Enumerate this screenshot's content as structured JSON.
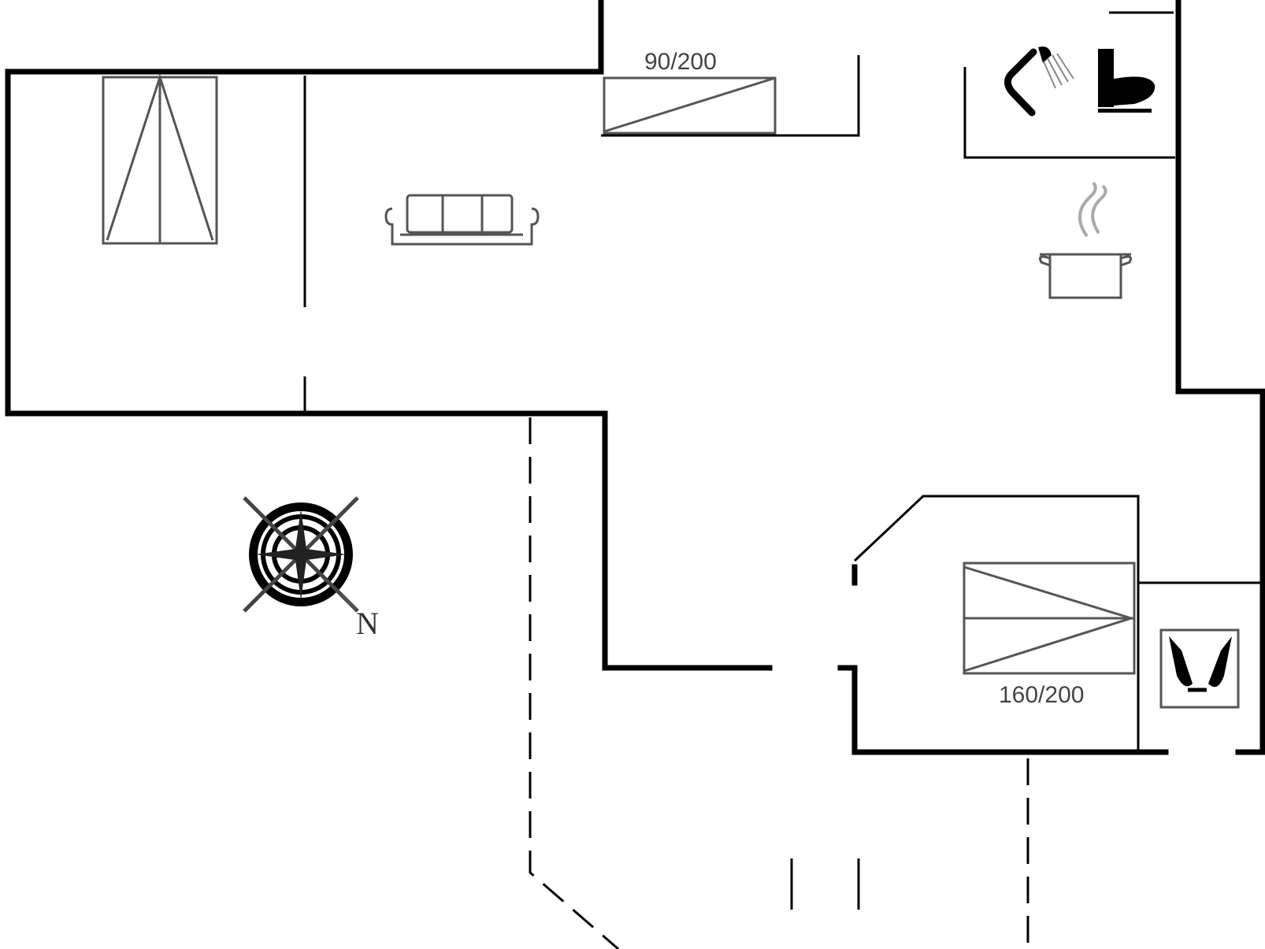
{
  "floorplan": {
    "bed_labels": {
      "single_bed": "90/200",
      "double_bed": "160/200"
    },
    "compass": {
      "north_label": "N"
    },
    "icons": {
      "wardrobe": "wardrobe-icon",
      "sofa": "sofa-icon",
      "shower": "shower-icon",
      "toilet": "toilet-icon",
      "cooking_pot": "cooking-pot-icon",
      "compass": "compass-rose-icon",
      "bed_single": "single-bed-icon",
      "bed_double": "double-bed-icon",
      "fireplace": "fireplace-icon"
    },
    "colors": {
      "walls": "#000000",
      "background": "#ffffff",
      "text": "#444444"
    }
  }
}
